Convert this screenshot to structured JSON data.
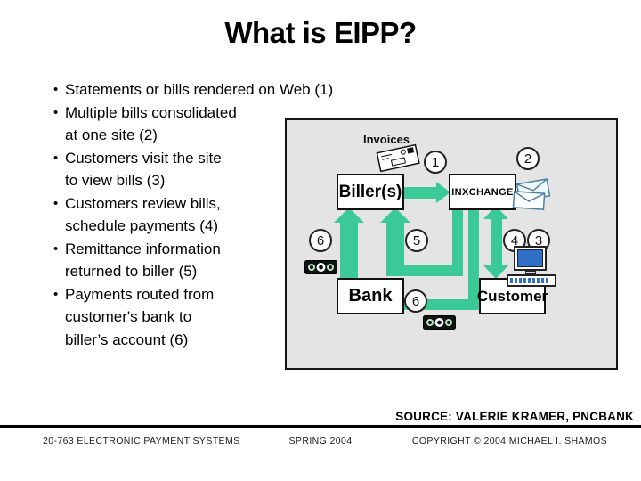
{
  "slide": {
    "title": "What is EIPP?",
    "bullets": [
      "Statements or bills rendered on Web (1)",
      "Multiple bills consolidated\nat one site (2)",
      "Customers visit the site\nto view bills (3)",
      "Customers review bills,\nschedule payments (4)",
      "Remittance information\nreturned to biller (5)",
      "Payments routed from\ncustomer's bank to\nbiller’s account (6)"
    ]
  },
  "diagram": {
    "invoices_label": "Invoices",
    "boxes": {
      "biller": "Biller(s)",
      "inxchange": "INXCHANGE",
      "bank": "Bank",
      "customer": "Customer"
    },
    "circles": {
      "c1": "1",
      "c2": "2",
      "c3": "3",
      "c4": "4",
      "c5": "5",
      "c6": "6"
    },
    "icons": [
      "envelope-icon",
      "envelopes-pair-icon",
      "money-icon",
      "computer-monitor-icon",
      "keyboard-icon"
    ],
    "colors": {
      "arrow_green": "#3cc998",
      "panel_bg": "#e4e4e4",
      "monitor_blue": "#2f6fc6"
    }
  },
  "footer": {
    "source": "SOURCE: VALERIE KRAMER, PNCBANK",
    "course": "20-763 ELECTRONIC PAYMENT SYSTEMS",
    "term": "SPRING 2004",
    "copyright": "COPYRIGHT © 2004 MICHAEL I. SHAMOS"
  }
}
